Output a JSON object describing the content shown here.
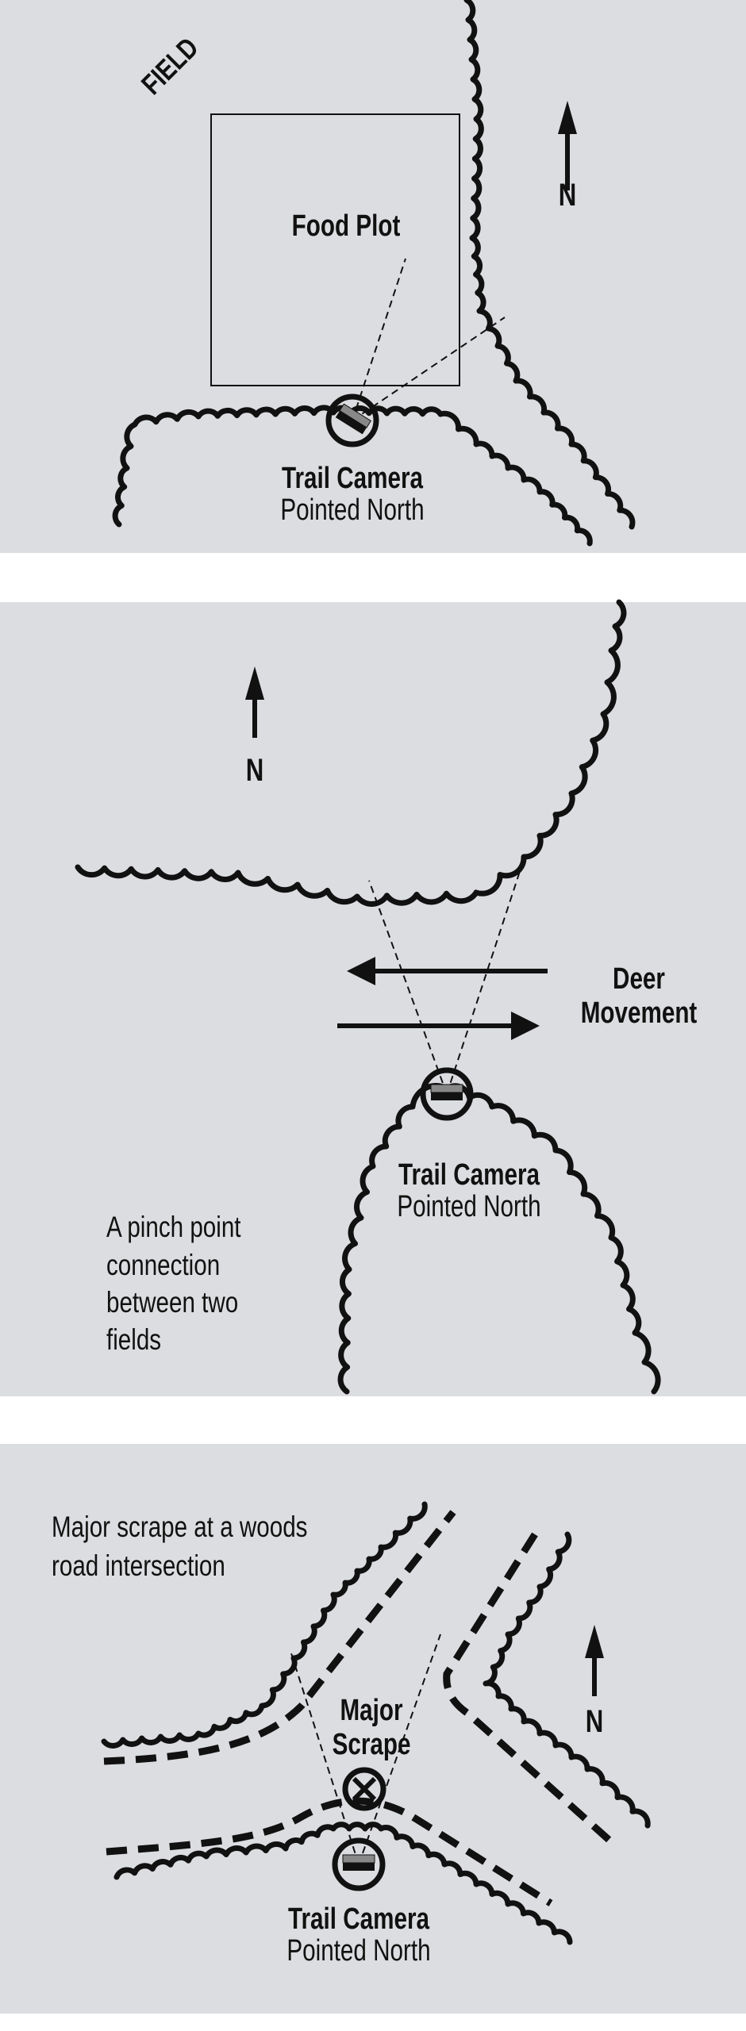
{
  "colors": {
    "panel_bg": "#dcdde0",
    "ink": "#111111",
    "camera_body": "#888888"
  },
  "panel1": {
    "field_label": "FIELD",
    "food_plot_label": "Food Plot",
    "north_label": "N",
    "camera_title": "Trail Camera",
    "camera_subtitle": "Pointed North"
  },
  "panel2": {
    "north_label": "N",
    "movement_line1": "Deer",
    "movement_line2": "Movement",
    "camera_title": "Trail Camera",
    "camera_subtitle": "Pointed North",
    "caption_lines": [
      "A pinch point",
      "connection",
      "between two",
      "fields"
    ]
  },
  "panel3": {
    "caption_lines": [
      "Major scrape at a woods",
      "road intersection"
    ],
    "north_label": "N",
    "scrape_line1": "Major",
    "scrape_line2": "Scrape",
    "camera_title": "Trail Camera",
    "camera_subtitle": "Pointed North"
  }
}
